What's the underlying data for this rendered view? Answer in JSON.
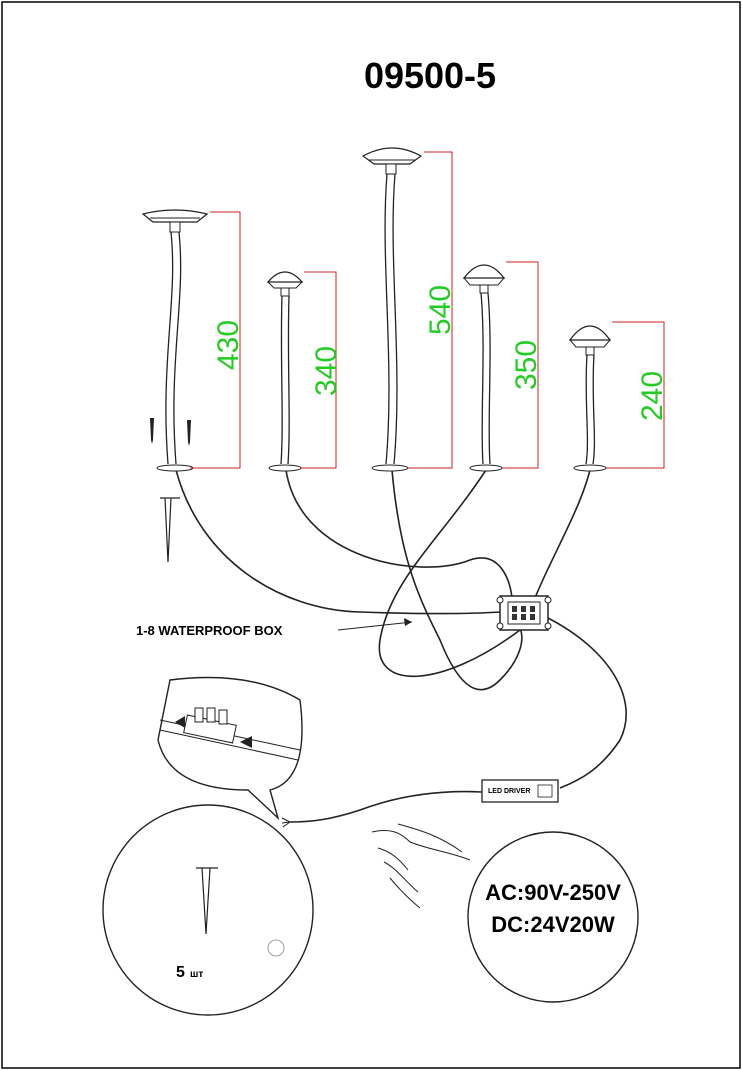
{
  "title": "09500-5",
  "lamps": [
    {
      "id": "lamp-430",
      "height_label": "430"
    },
    {
      "id": "lamp-340",
      "height_label": "340"
    },
    {
      "id": "lamp-540",
      "height_label": "540"
    },
    {
      "id": "lamp-350",
      "height_label": "350"
    },
    {
      "id": "lamp-240",
      "height_label": "240"
    }
  ],
  "box_label": "1-8 WATERPROOF BOX",
  "driver_label": "LED DRIVER",
  "power": {
    "ac": "AC:90V-250V",
    "dc": "DC:24V20W"
  },
  "accessories": {
    "qty_number": "5",
    "qty_unit": "шт"
  },
  "colors": {
    "dimension_text": "#22cc22",
    "dimension_line": "#cc2222",
    "line": "#222222"
  }
}
